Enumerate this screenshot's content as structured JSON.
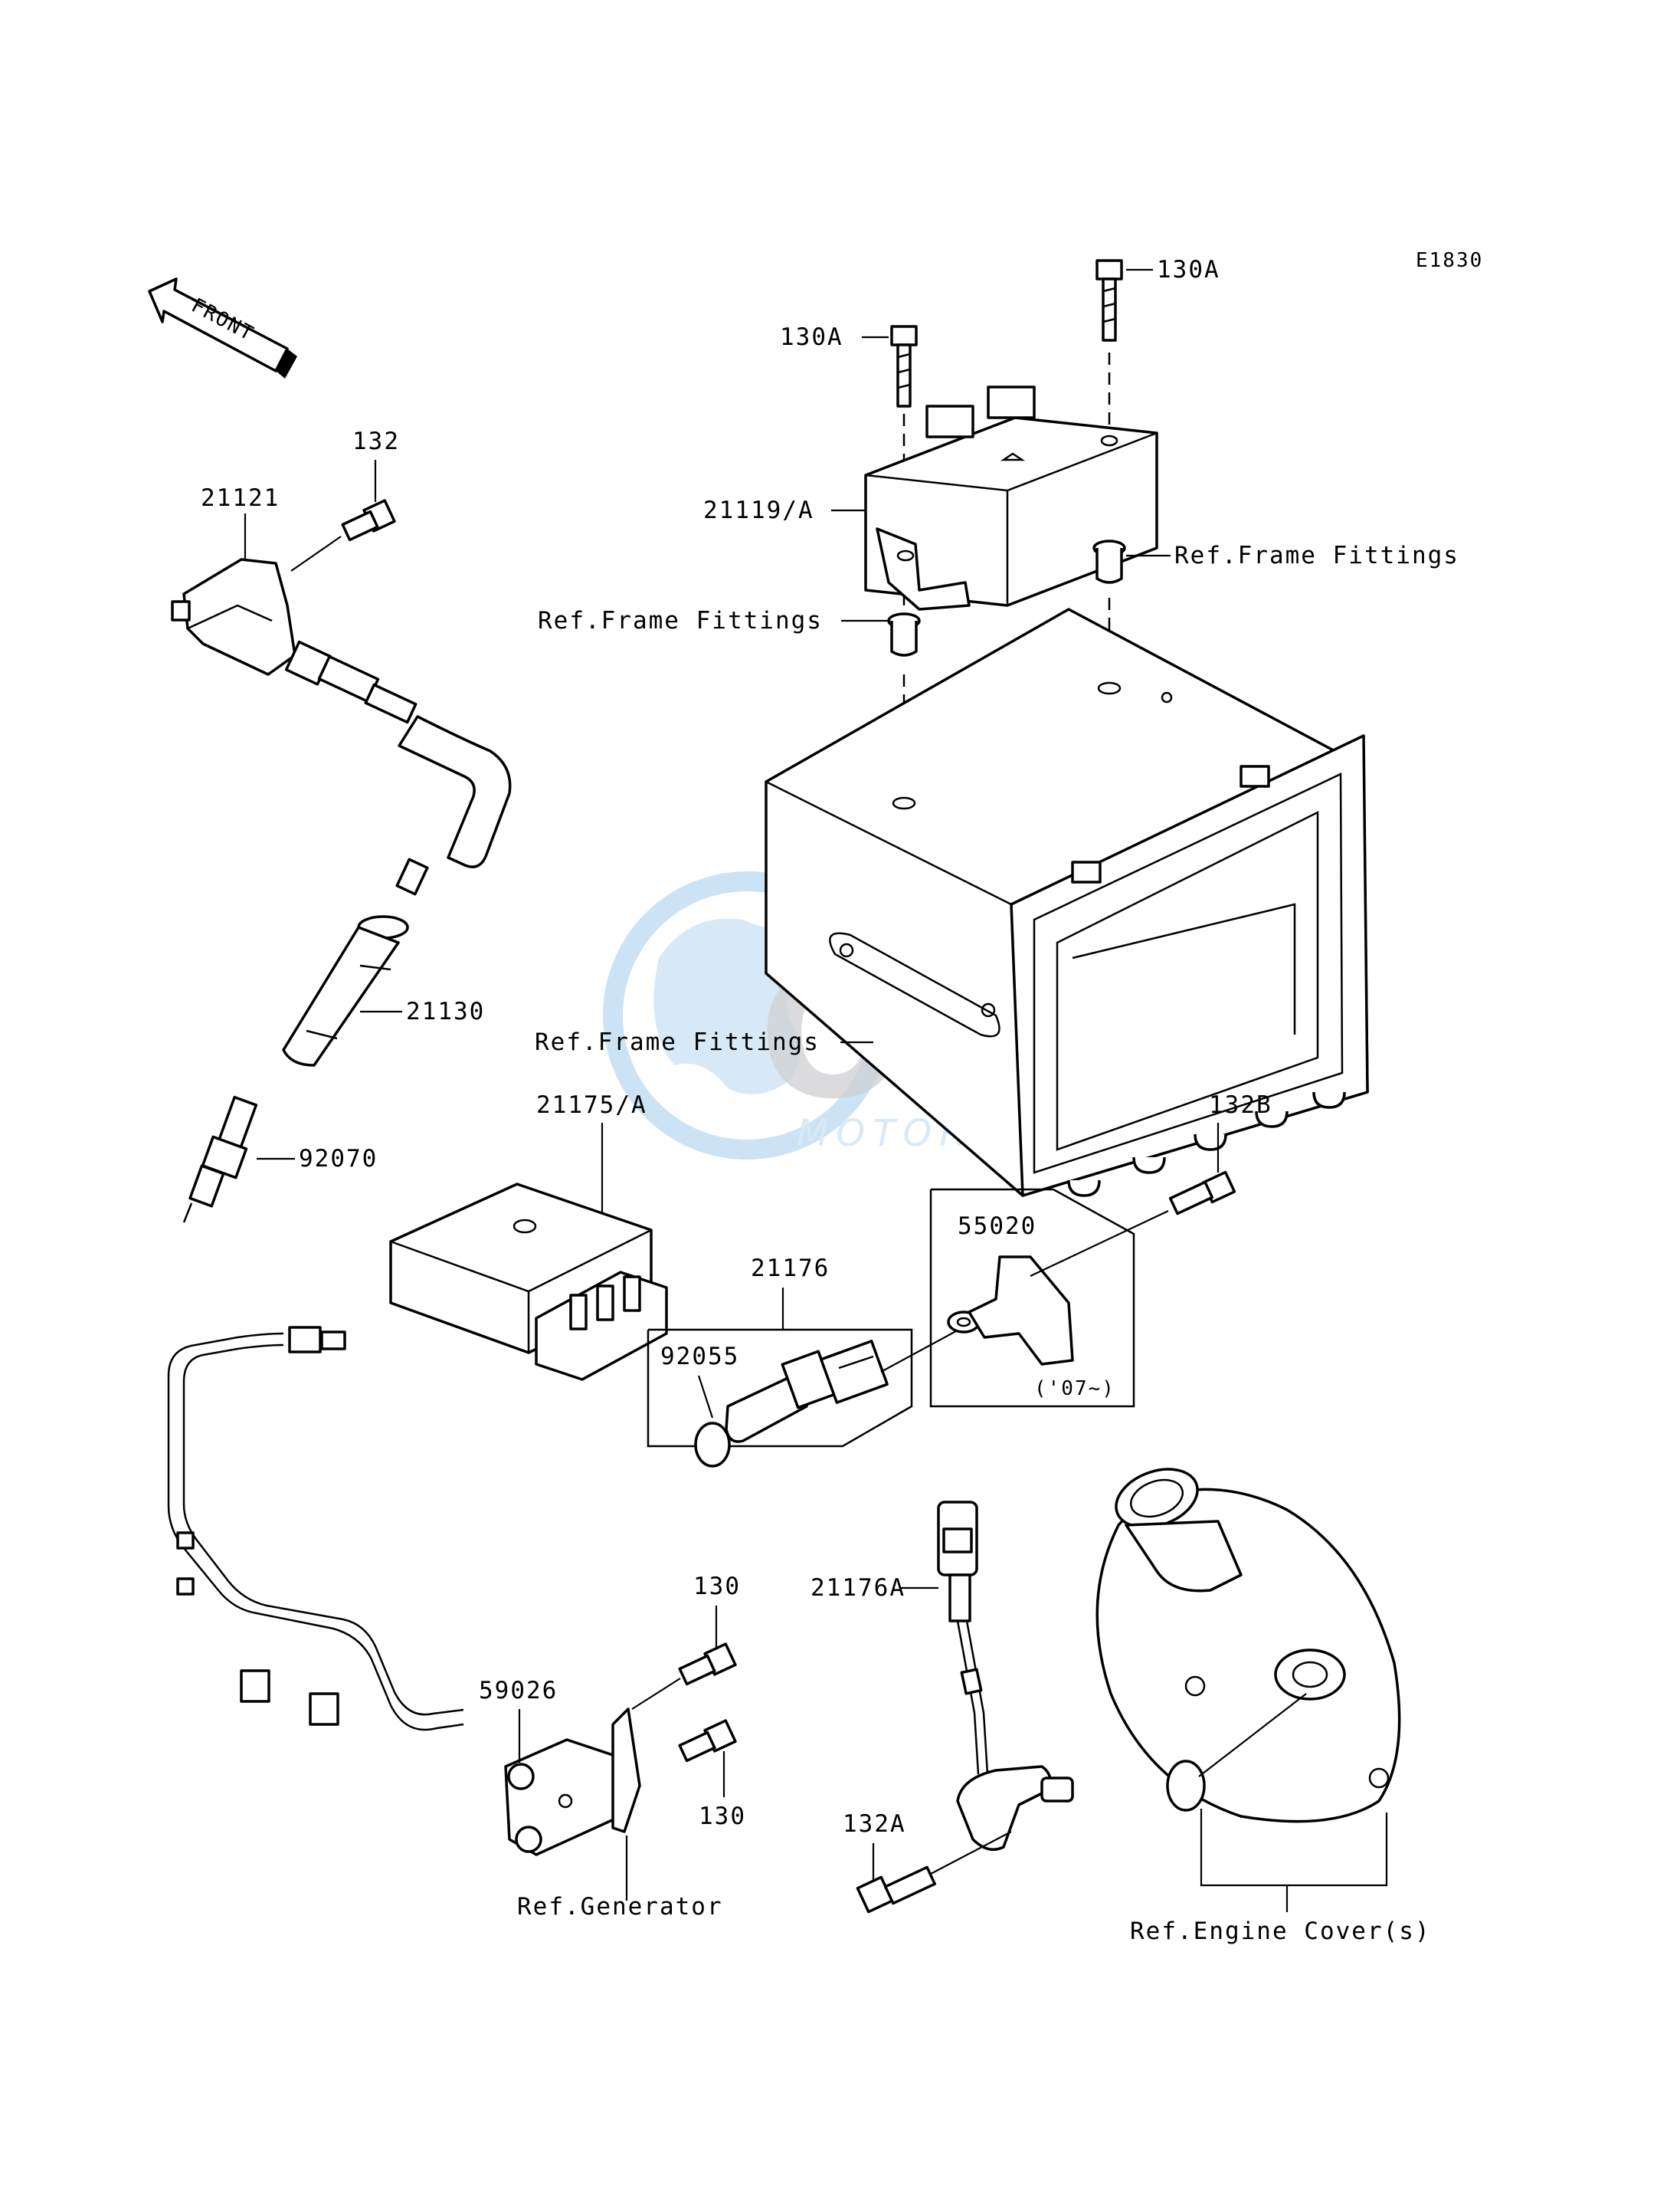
{
  "diagram_code": "E1830",
  "front_label": "FRONT",
  "labels": {
    "p130A_top": "130A",
    "p130A_left": "130A",
    "p21119A": "21119/A",
    "ref_frame_1": "Ref.Frame Fittings",
    "ref_frame_2": "Ref.Frame Fittings",
    "ref_frame_3": "Ref.Frame Fittings",
    "p132": "132",
    "p21121": "21121",
    "p21130": "21130",
    "p92070": "92070",
    "p21175A": "21175/A",
    "p21176": "21176",
    "p92055": "92055",
    "p55020": "55020",
    "p07": "('07~)",
    "p132B": "132B",
    "p130_top": "130",
    "p130_bottom": "130",
    "p59026": "59026",
    "ref_generator": "Ref.Generator",
    "p21176A": "21176A",
    "p132A": "132A",
    "ref_engine_cover": "Ref.Engine Cover(s)"
  },
  "watermark": {
    "brand": "OEM",
    "sub": "MOTORPARTS",
    "colors": {
      "globe": "#2e8fd0",
      "text": "#a7a9ac",
      "sub": "#b8d9ef"
    }
  }
}
